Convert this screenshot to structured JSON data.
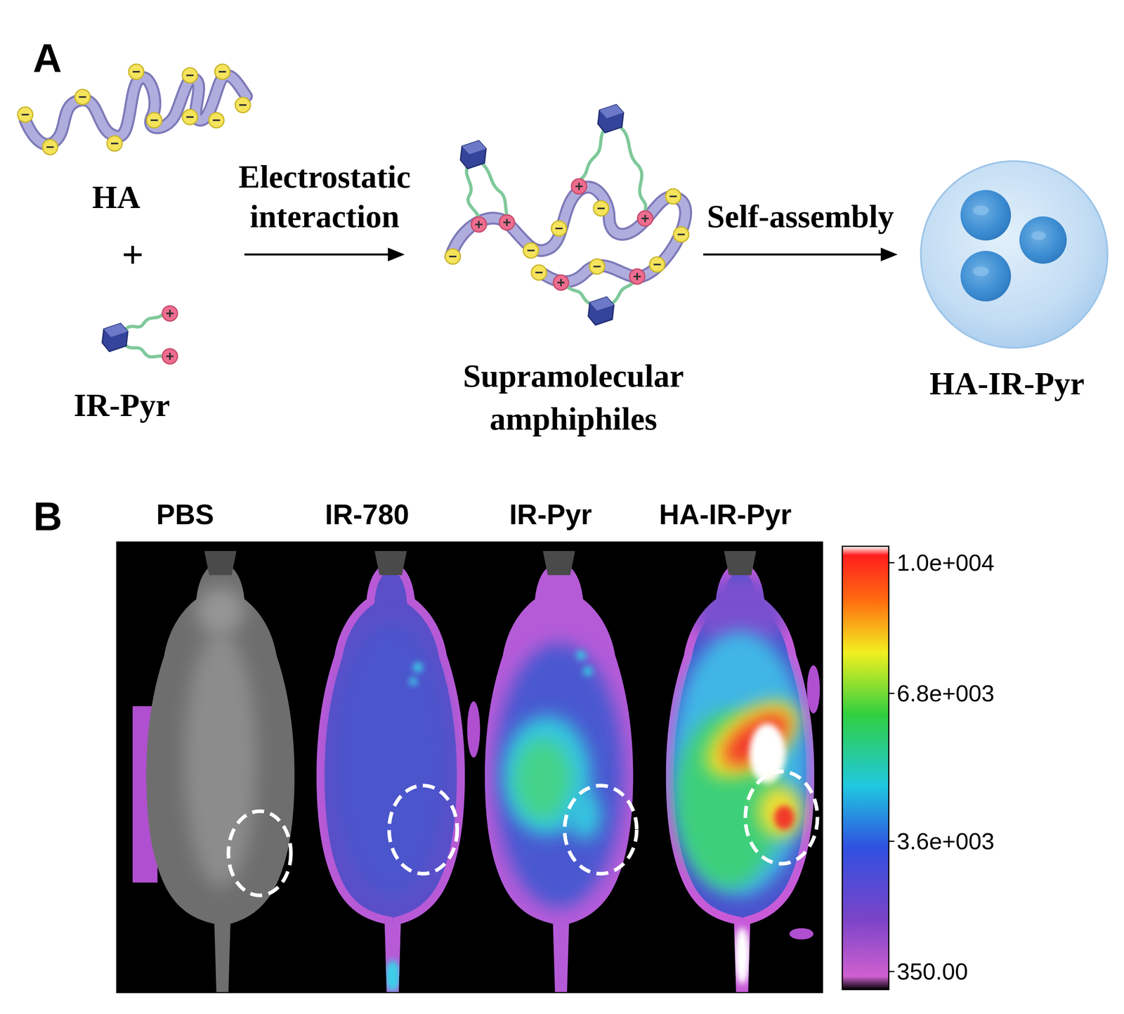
{
  "diagram": {
    "nodes": [
      {
        "text": [
          "HA",
          "+",
          "IR-Pyr"
        ]
      },
      {
        "text": [
          "Supramolecular amphiphiles"
        ]
      },
      {
        "text": [
          "HA-IR-Pyr"
        ]
      }
    ],
    "edges": [
      {
        "from": 0,
        "to": 1,
        "arrow": "to",
        "label": "Electrostatic interaction"
      },
      {
        "from": 1,
        "to": 2,
        "arrow": "to",
        "label": "Self-assembly"
      }
    ],
    "labels": [
      "A",
      "B",
      "PBS",
      "IR-780",
      "IR-Pyr",
      "HA-IR-Pyr",
      "1.0e+004",
      "6.8e+003",
      "3.6e+003",
      "350.00"
    ]
  }
}
